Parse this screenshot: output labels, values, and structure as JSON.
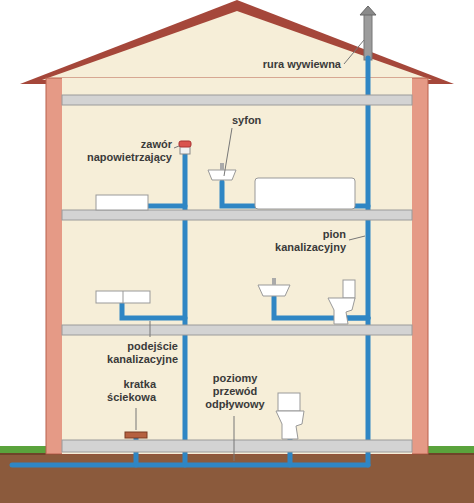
{
  "diagram": {
    "labels": [
      "rura wywiewna",
      "syfon",
      "zawór napowietrzający",
      "pion kanalizacyjny",
      "podejście kanalizacyjne",
      "kratka ściekowa",
      "poziomy przewód odpływowy"
    ]
  }
}
